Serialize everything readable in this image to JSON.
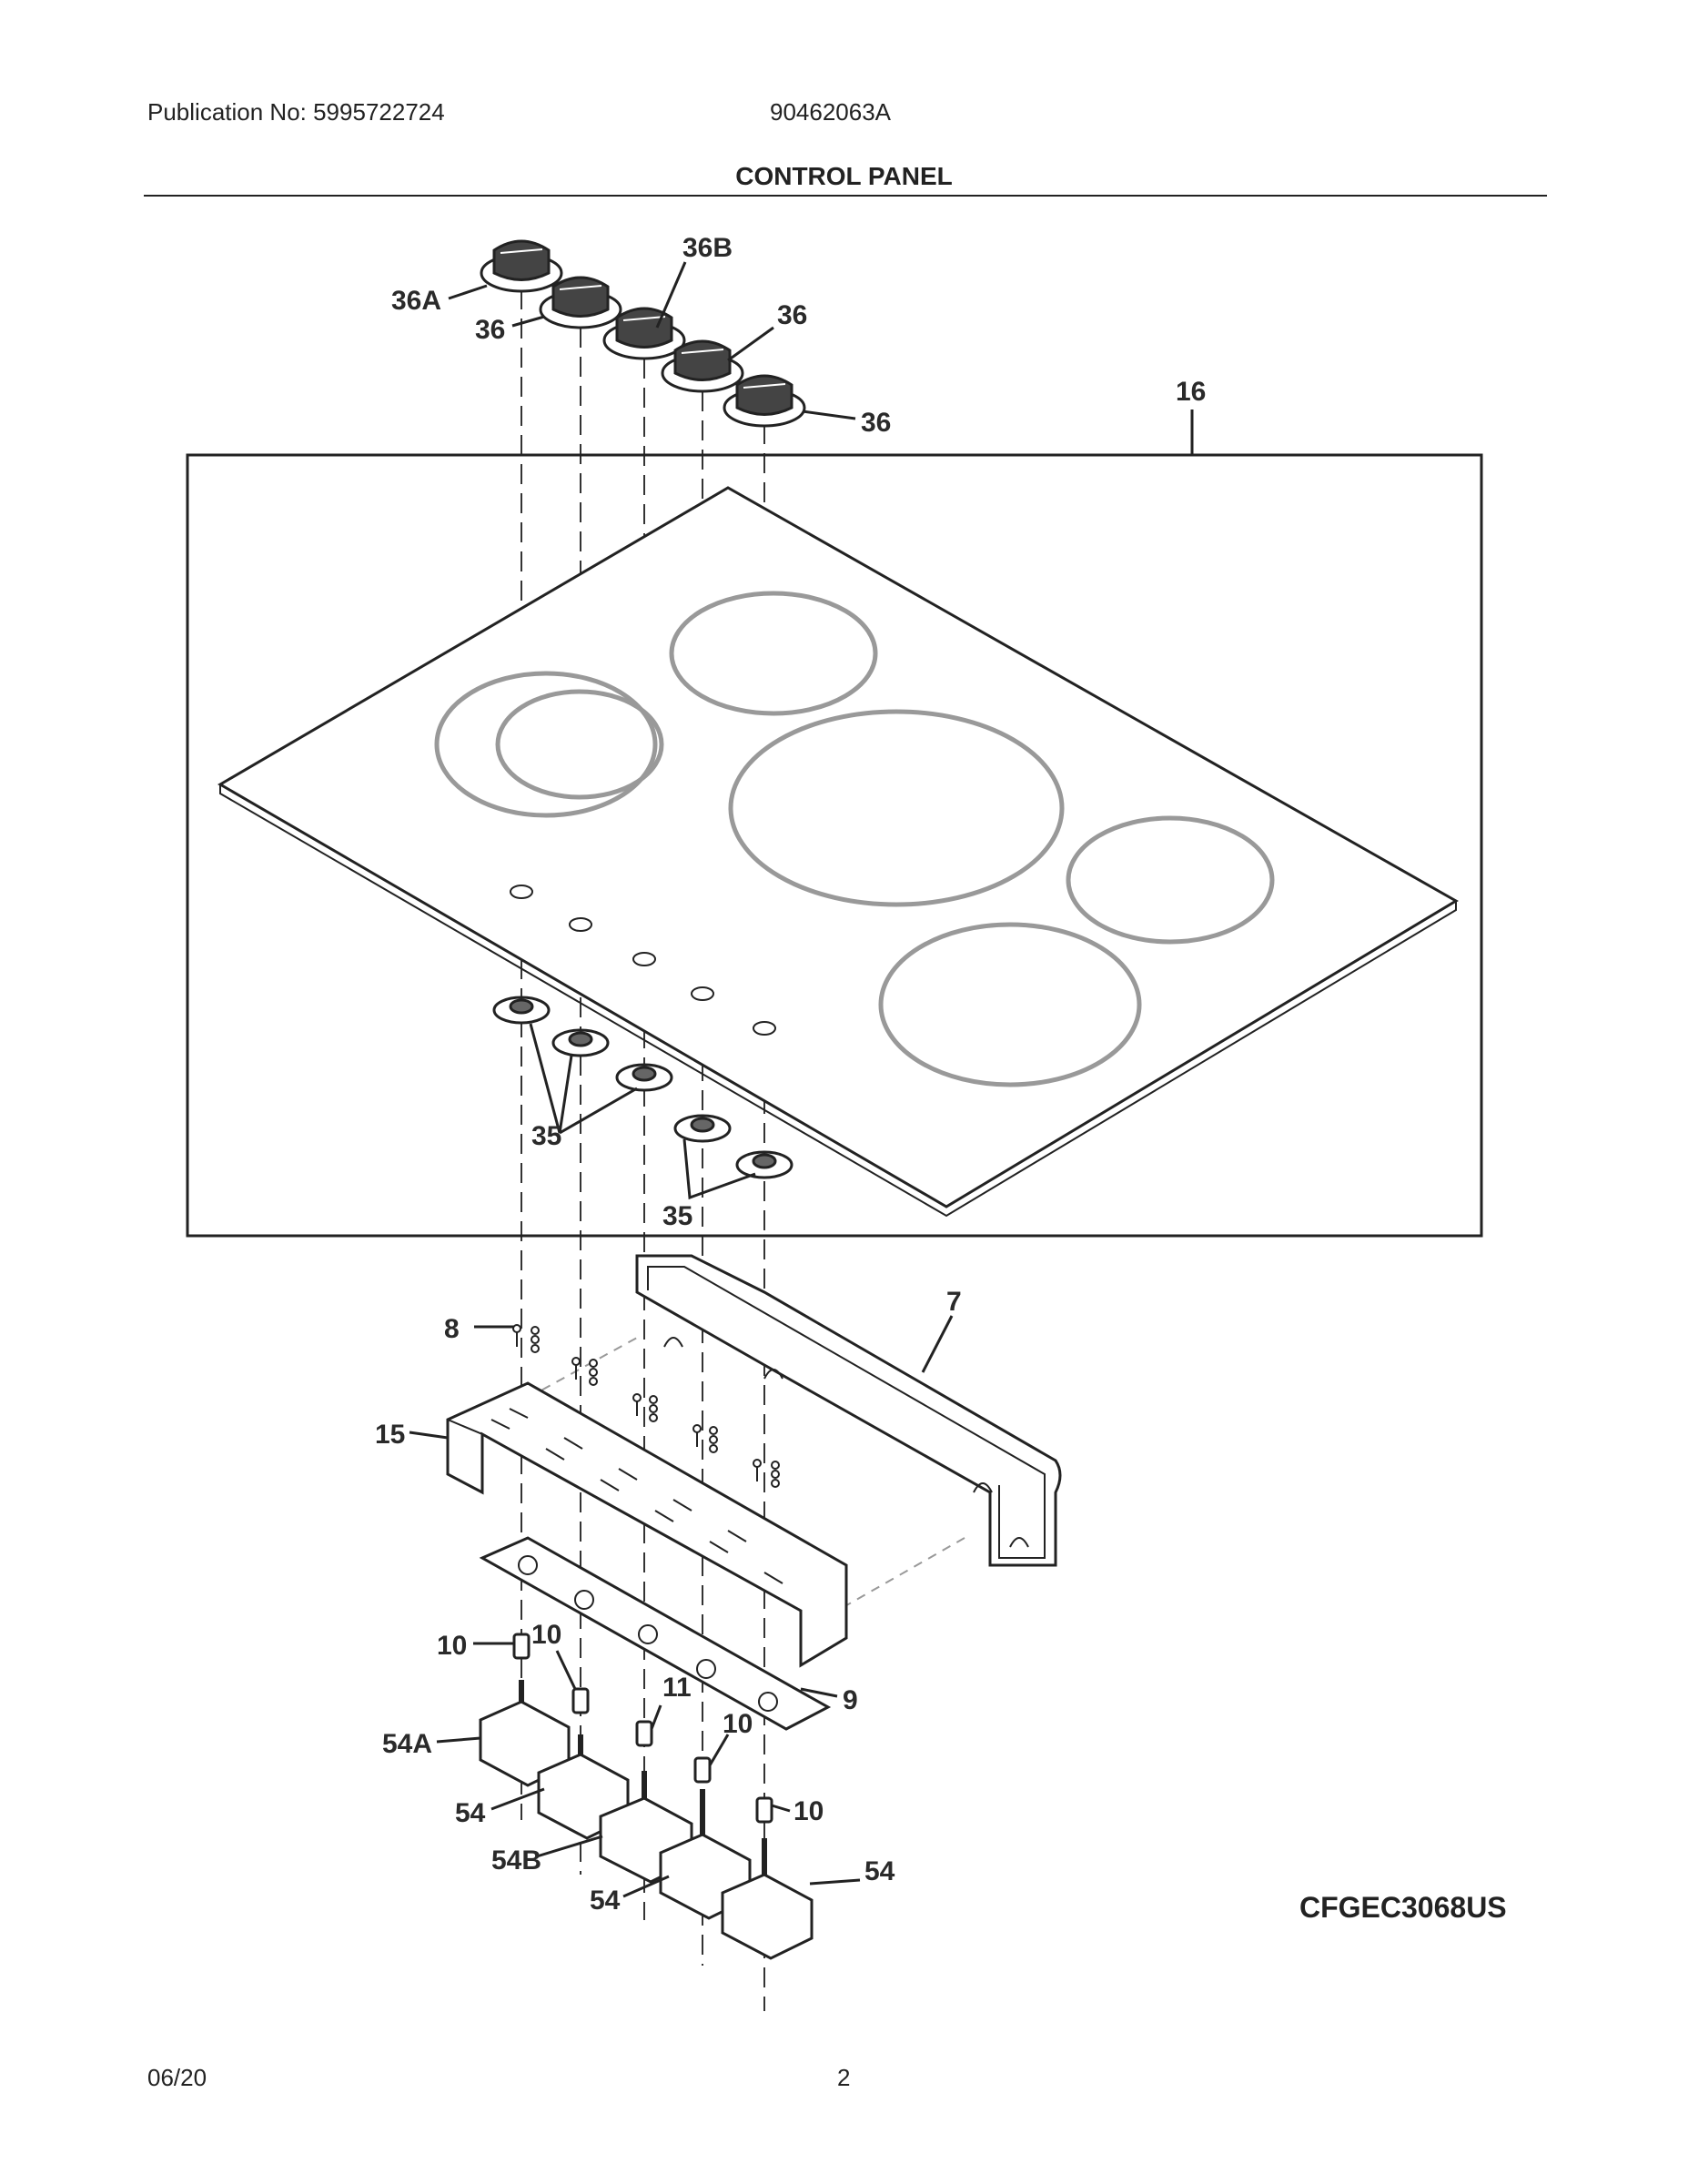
{
  "header": {
    "publication": "Publication No: 5995722724",
    "document_number": "90462063A",
    "title": "CONTROL PANEL"
  },
  "footer": {
    "date": "06/20",
    "page": "2",
    "model": "CFGEC3068US"
  },
  "callouts": {
    "knob_36a": "36A",
    "knob_36b": "36B",
    "knob_36_1": "36",
    "knob_36_2": "36",
    "knob_36_3": "36",
    "cooktop_16": "16",
    "grommet_35_a": "35",
    "grommet_35_b": "35",
    "screw_8": "8",
    "bracket_7": "7",
    "bracket_15": "15",
    "spacer_10_a": "10",
    "spacer_10_b": "10",
    "spacer_11": "11",
    "spacer_10_c": "10",
    "spacer_10_d": "10",
    "plate_9": "9",
    "switch_54a": "54A",
    "switch_54_a": "54",
    "switch_54b": "54B",
    "switch_54_b": "54",
    "switch_54_c": "54"
  }
}
